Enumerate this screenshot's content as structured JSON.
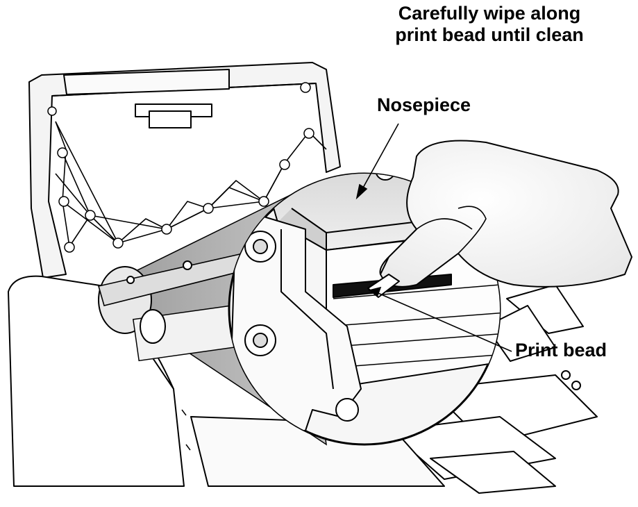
{
  "labels": {
    "instruction_line1": "Carefully wipe along",
    "instruction_line2": "print bead until clean",
    "nosepiece": "Nosepiece",
    "print_bead": "Print bead"
  }
}
